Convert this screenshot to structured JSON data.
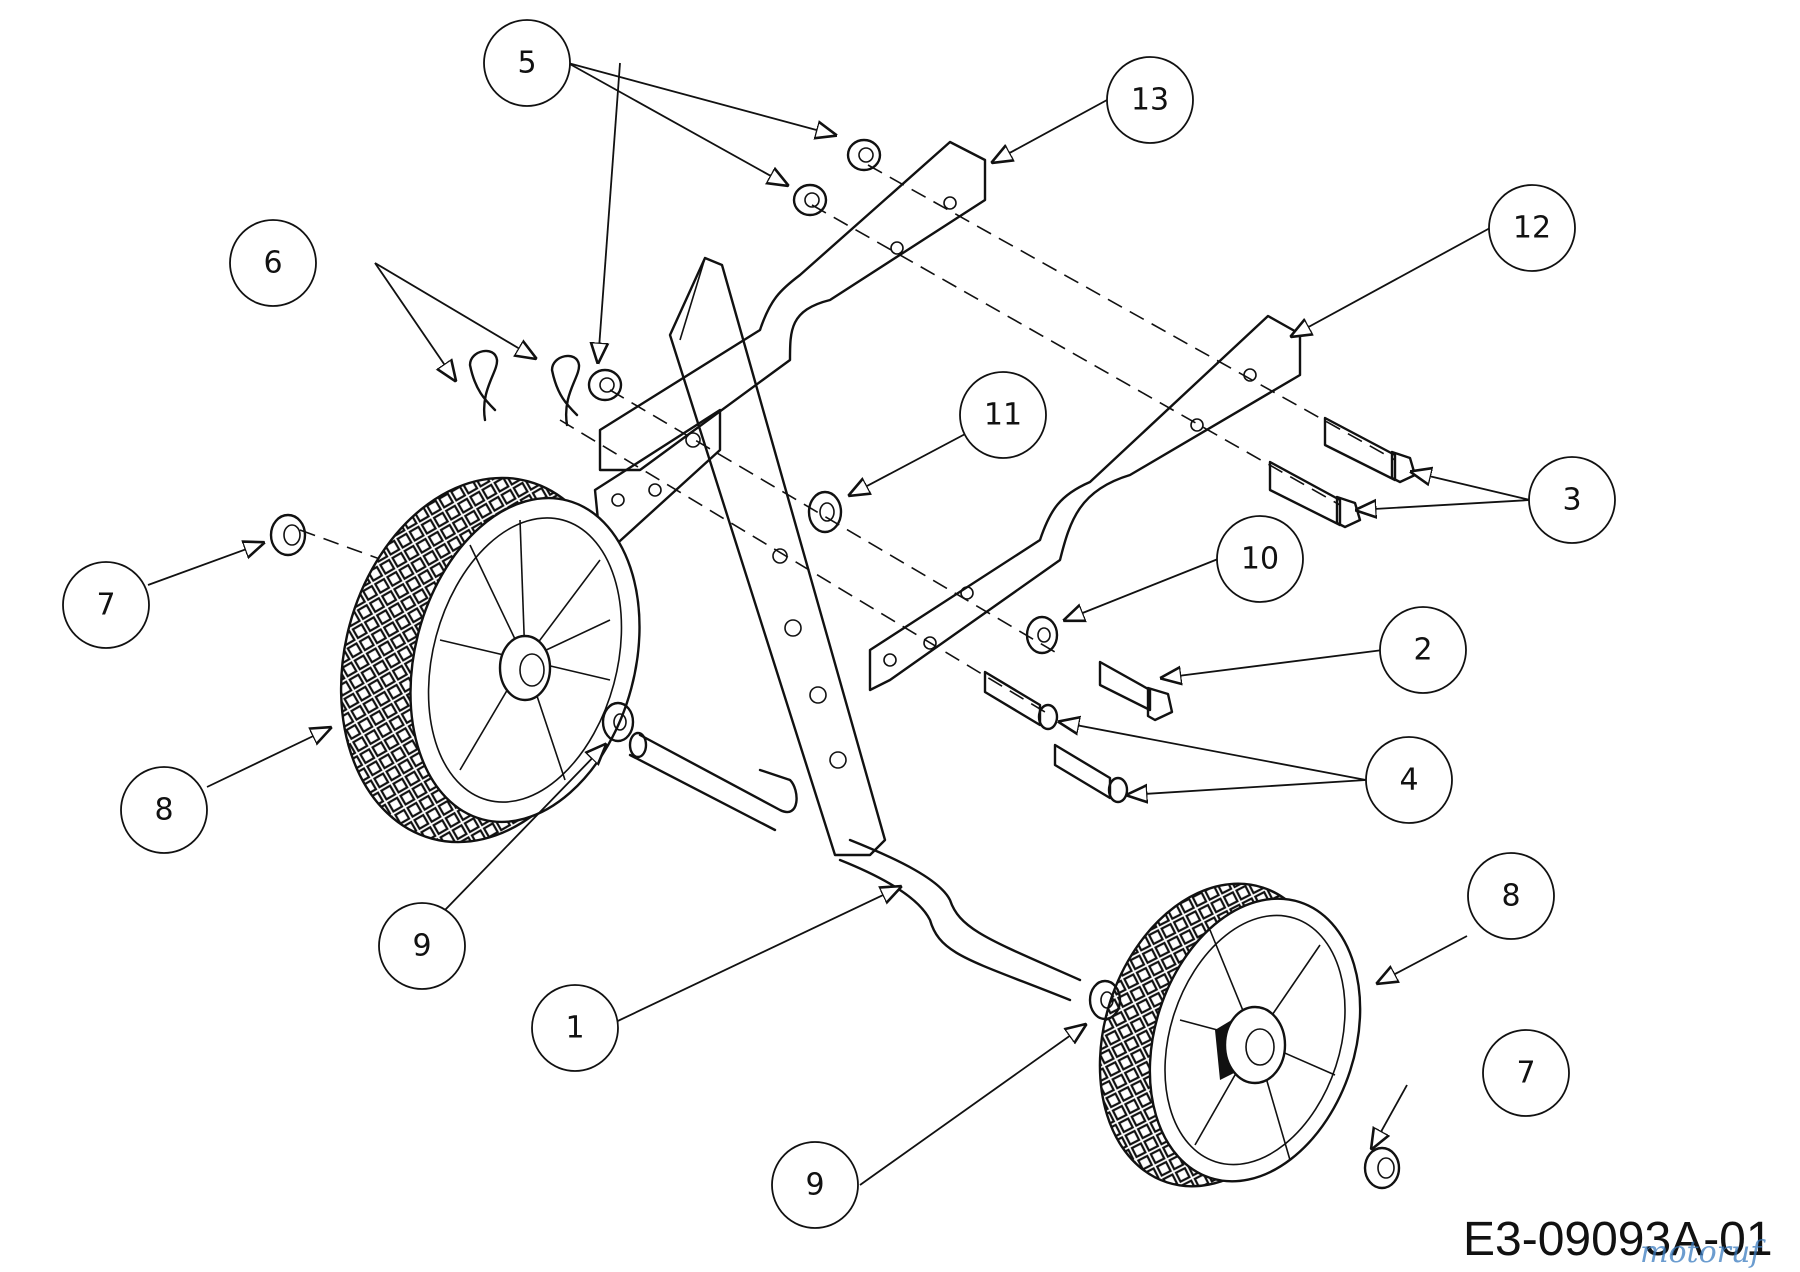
{
  "diagram": {
    "drawing_code": "E3-09093A-01",
    "watermark": "motoruf",
    "callouts": [
      {
        "label": "1"
      },
      {
        "label": "2"
      },
      {
        "label": "3"
      },
      {
        "label": "4"
      },
      {
        "label": "5"
      },
      {
        "label": "6"
      },
      {
        "label": "7"
      },
      {
        "label": "7"
      },
      {
        "label": "8"
      },
      {
        "label": "8"
      },
      {
        "label": "9"
      },
      {
        "label": "9"
      },
      {
        "label": "10"
      },
      {
        "label": "11"
      },
      {
        "label": "12"
      },
      {
        "label": "13"
      }
    ]
  }
}
